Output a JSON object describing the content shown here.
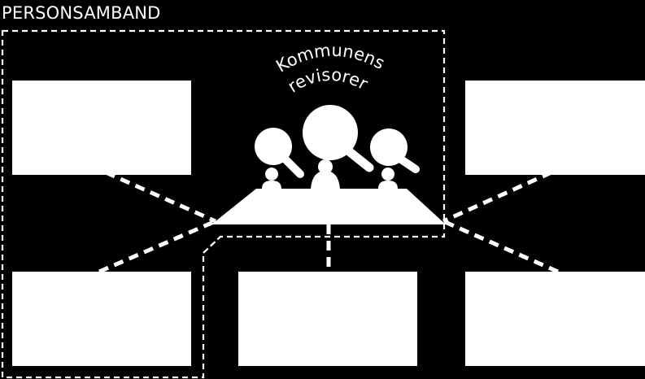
{
  "title": "PERSONSAMBAND",
  "center_label": [
    "Kommunens",
    "revisorer"
  ],
  "colors": {
    "background": "#000000",
    "foreground": "#ffffff"
  }
}
